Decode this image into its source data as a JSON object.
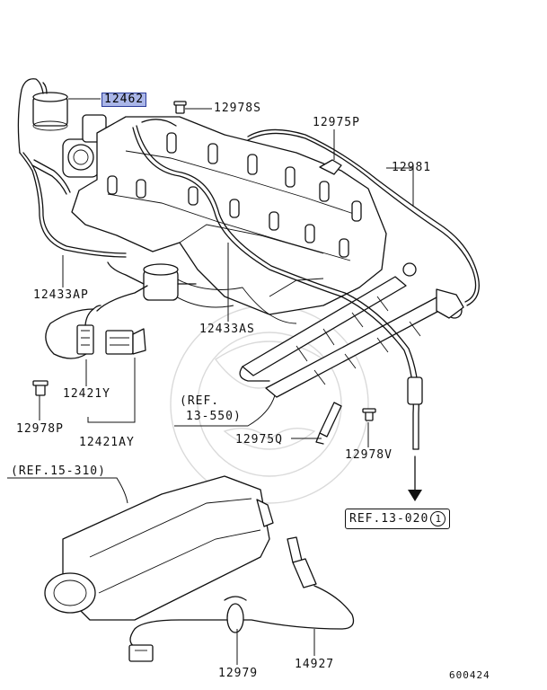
{
  "parts": {
    "p12462": "12462",
    "p12978S": "12978S",
    "p12975P": "12975P",
    "p12981": "12981",
    "p12433AP": "12433AP",
    "p12433AS": "12433AS",
    "p12421Y": "12421Y",
    "p12421AY": "12421AY",
    "p12978P": "12978P",
    "p12975Q": "12975Q",
    "p12978V": "12978V",
    "p12979": "12979",
    "p14927": "14927"
  },
  "refs": {
    "ref_13_550_line1": "(REF.",
    "ref_13_550_line2": "13-550)",
    "ref_15_310": "(REF.15-310)",
    "ref_13_020": "REF.13-020",
    "ref_13_020_circle": "1"
  },
  "diagram_id": "600424",
  "colors": {
    "highlight_fill": "#aab6e8",
    "highlight_border": "#2b3c9a",
    "ink": "#111111"
  }
}
